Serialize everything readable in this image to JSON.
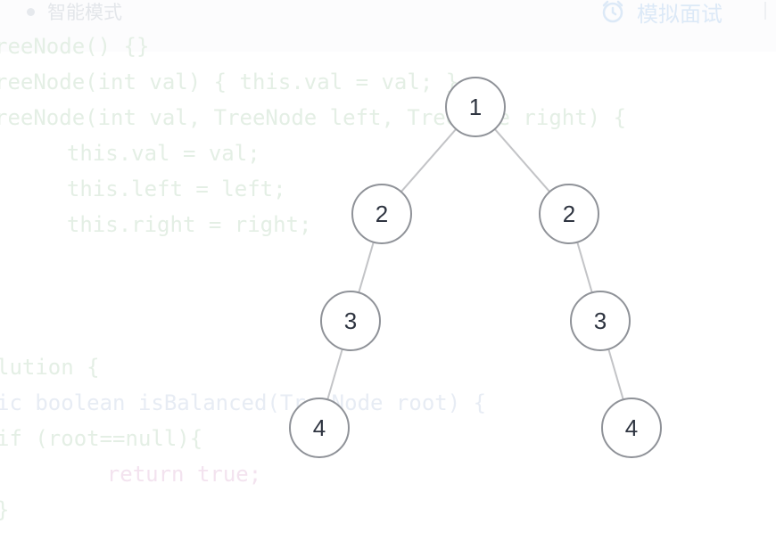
{
  "toolbar": {
    "mode_label": "智能模式",
    "interview_label": "模拟面试"
  },
  "code_lines": [
    "reeNode() {}",
    "reeNode(int val) { this.val = val; }",
    "reeNode(int val, TreeNode left, TreeNode right) {",
    "  this.val = val;",
    "  this.left = left;",
    "  this.right = right;",
    "lution {",
    "ic boolean isBalanced(TreeNode root) {",
    "if (root==null){",
    "    return true;",
    "}"
  ],
  "tree": {
    "nodes": [
      {
        "id": "n1",
        "label": "1"
      },
      {
        "id": "n2l",
        "label": "2"
      },
      {
        "id": "n2r",
        "label": "2"
      },
      {
        "id": "n3l",
        "label": "3"
      },
      {
        "id": "n3r",
        "label": "3"
      },
      {
        "id": "n4l",
        "label": "4"
      },
      {
        "id": "n4r",
        "label": "4"
      }
    ],
    "edges": [
      [
        "n1",
        "n2l"
      ],
      [
        "n1",
        "n2r"
      ],
      [
        "n2l",
        "n3l"
      ],
      [
        "n2r",
        "n3r"
      ],
      [
        "n3l",
        "n4l"
      ],
      [
        "n3r",
        "n4r"
      ]
    ]
  },
  "colors": {
    "node_stroke": "#8f9298",
    "edge": "#c3c4c7",
    "node_text": "#2e3440"
  }
}
